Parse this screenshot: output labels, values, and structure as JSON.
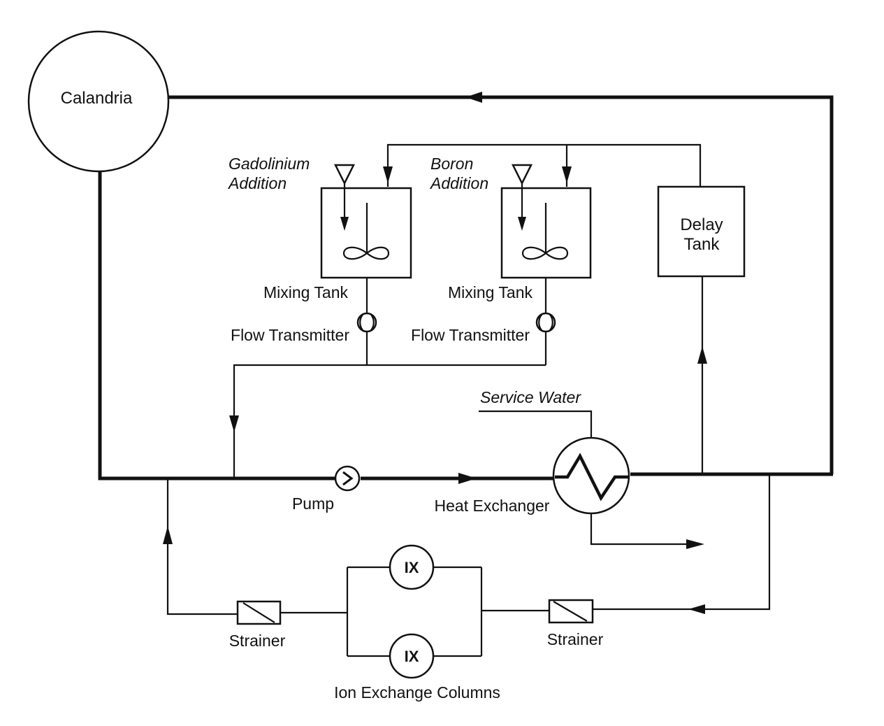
{
  "labels": {
    "calandria": "Calandria",
    "gadolinium_line1": "Gadolinium",
    "gadolinium_line2": "Addition",
    "boron_line1": "Boron",
    "boron_line2": "Addition",
    "delay_line1": "Delay",
    "delay_line2": "Tank",
    "mixing_tank": "Mixing Tank",
    "flow_transmitter": "Flow Transmitter",
    "service_water": "Service Water",
    "pump": "Pump",
    "heat_exchanger": "Heat Exchanger",
    "ix": "IX",
    "strainer": "Strainer",
    "ion_exchange_columns": "Ion Exchange Columns"
  }
}
